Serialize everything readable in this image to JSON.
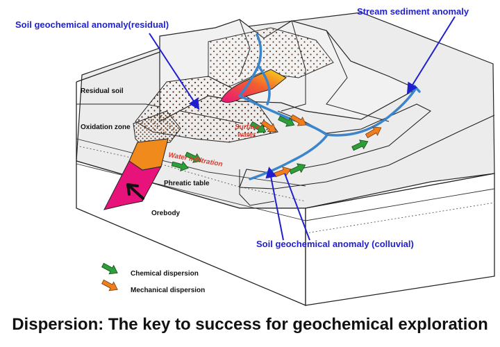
{
  "labels": {
    "soil_residual": "Soil geochemical anomaly(residual)",
    "stream_sediment": "Stream sediment anomaly",
    "soil_colluvial": "Soil geochemical anomaly (colluvial)",
    "residual_soil": "Residual soil",
    "oxidation_zone": "Oxidation zone",
    "water_infiltration": "Water infiltration",
    "surface_water_1": "Surface",
    "surface_water_2": "water",
    "phreatic_table": "Phreatic table",
    "orebody": "Orebody"
  },
  "legend": {
    "chemical": "Chemical dispersion",
    "mechanical": "Mechanical dispersion"
  },
  "caption": "Dispersion: The key to success for geochemical exploration",
  "colors": {
    "label_blue": "#1f1fd0",
    "chemical_arrow": "#2e9e3a",
    "mechanical_arrow": "#f07d1e",
    "stream": "#3a85cc",
    "orebody": "#e8137a",
    "oxidation": "#f08a1c",
    "surface_water_label": "#e03a2c"
  },
  "icons": {
    "chemical": "green-arrow-icon",
    "mechanical": "orange-arrow-icon"
  }
}
